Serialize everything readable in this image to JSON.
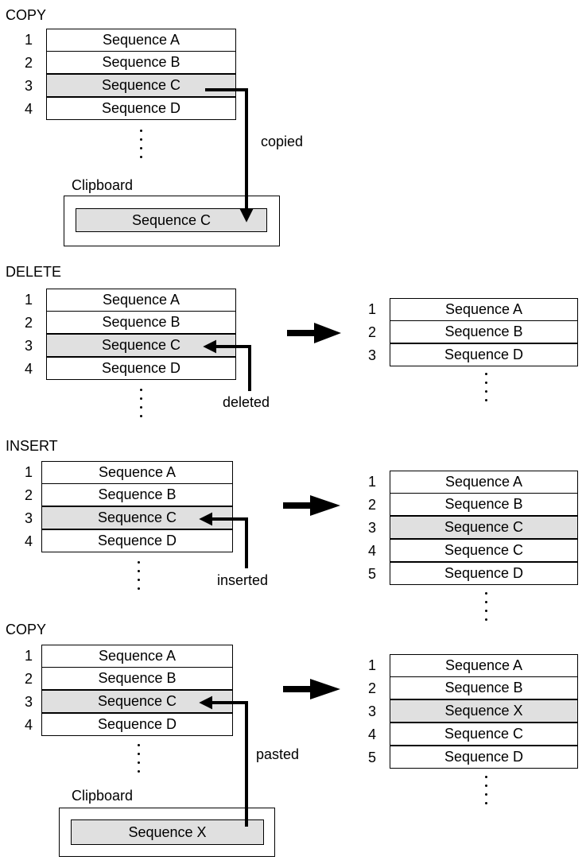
{
  "panels": [
    {
      "title": "COPY",
      "list": [
        {
          "num": "1",
          "label": "Sequence A"
        },
        {
          "num": "2",
          "label": "Sequence B"
        },
        {
          "num": "3",
          "label": "Sequence C"
        },
        {
          "num": "4",
          "label": "Sequence D"
        }
      ],
      "clipboard_label": "Clipboard",
      "clipboard_value": "Sequence C",
      "caption": "copied"
    },
    {
      "title": "DELETE",
      "list": [
        {
          "num": "1",
          "label": "Sequence A"
        },
        {
          "num": "2",
          "label": "Sequence B"
        },
        {
          "num": "3",
          "label": "Sequence C"
        },
        {
          "num": "4",
          "label": "Sequence D"
        }
      ],
      "result": [
        {
          "num": "1",
          "label": "Sequence A"
        },
        {
          "num": "2",
          "label": "Sequence B"
        },
        {
          "num": "3",
          "label": "Sequence D"
        }
      ],
      "caption": "deleted"
    },
    {
      "title": "INSERT",
      "list": [
        {
          "num": "1",
          "label": "Sequence A"
        },
        {
          "num": "2",
          "label": "Sequence B"
        },
        {
          "num": "3",
          "label": "Sequence C"
        },
        {
          "num": "4",
          "label": "Sequence D"
        }
      ],
      "result": [
        {
          "num": "1",
          "label": "Sequence A"
        },
        {
          "num": "2",
          "label": "Sequence B"
        },
        {
          "num": "3",
          "label": "Sequence C"
        },
        {
          "num": "4",
          "label": "Sequence C"
        },
        {
          "num": "5",
          "label": "Sequence D"
        }
      ],
      "caption": "inserted"
    },
    {
      "title": "COPY",
      "list": [
        {
          "num": "1",
          "label": "Sequence A"
        },
        {
          "num": "2",
          "label": "Sequence B"
        },
        {
          "num": "3",
          "label": "Sequence C"
        },
        {
          "num": "4",
          "label": "Sequence D"
        }
      ],
      "clipboard_label": "Clipboard",
      "clipboard_value": "Sequence X",
      "caption": "pasted",
      "result": [
        {
          "num": "1",
          "label": "Sequence A"
        },
        {
          "num": "2",
          "label": "Sequence B"
        },
        {
          "num": "3",
          "label": "Sequence X"
        },
        {
          "num": "4",
          "label": "Sequence C"
        },
        {
          "num": "5",
          "label": "Sequence D"
        }
      ]
    }
  ],
  "colors": {
    "highlight": "#e0e0e0",
    "stroke": "#000000"
  }
}
